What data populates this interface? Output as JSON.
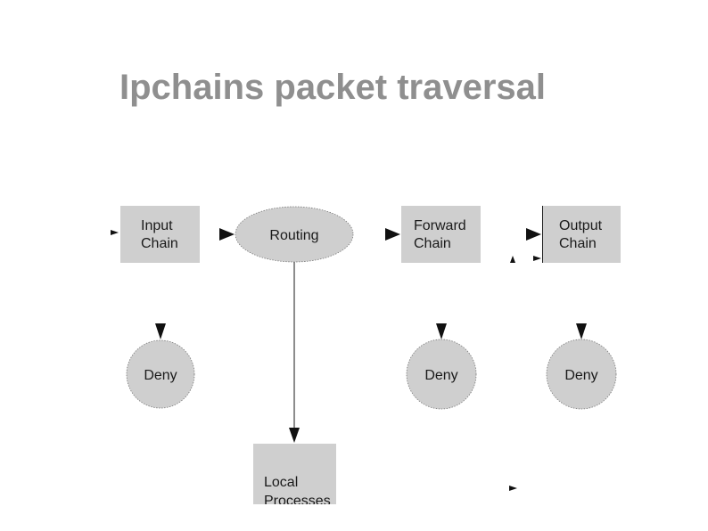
{
  "title": "Ipchains packet traversal",
  "nodes": {
    "input_chain": {
      "line1": "Input",
      "line2": "Chain"
    },
    "routing": {
      "label": "Routing"
    },
    "forward_chain": {
      "line1": "Forward",
      "line2": "Chain"
    },
    "output_chain": {
      "line1": "Output",
      "line2": "Chain"
    },
    "deny_input": {
      "label": "Deny"
    },
    "deny_forward": {
      "label": "Deny"
    },
    "deny_output": {
      "label": "Deny"
    },
    "local_processes": {
      "line1": "Local",
      "line2": "Processes"
    }
  },
  "colors": {
    "title": "#8f8f8f",
    "node_fill": "#cfcfcf",
    "arrow": "#111111"
  }
}
